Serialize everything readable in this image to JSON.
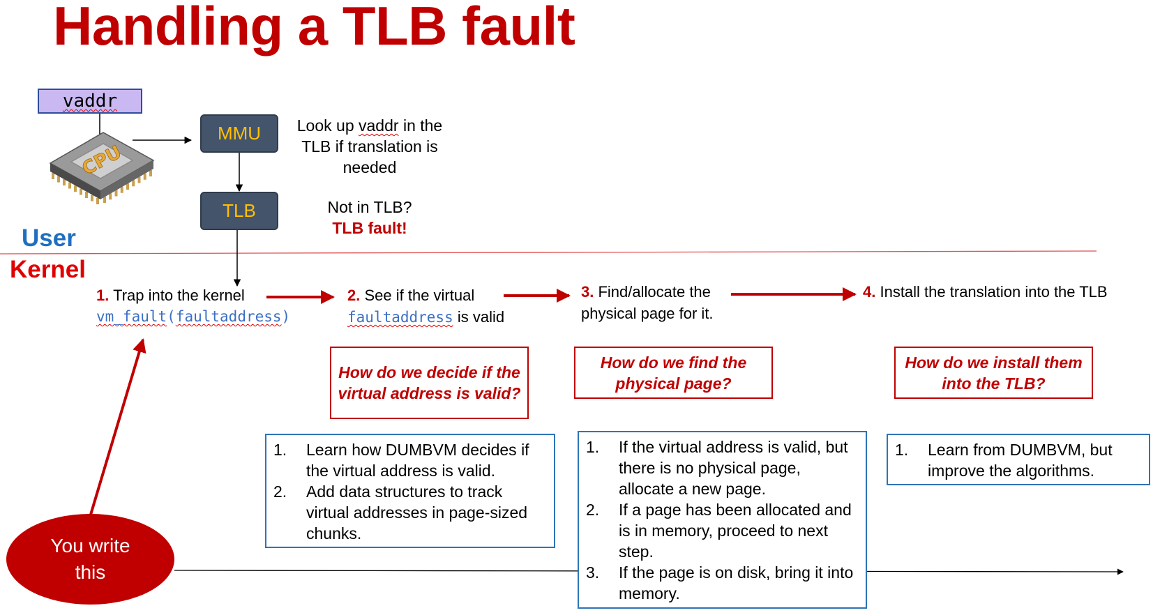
{
  "title": "Handling a TLB fault",
  "vaddr": "vaddr",
  "mmu": "MMU",
  "tlb": "TLB",
  "cpu_label": "CPU",
  "lookup_note": [
    "Look up ",
    "vaddr",
    " in the TLB if translation is needed"
  ],
  "not_in_tlb": "Not in TLB?",
  "tlb_fault": "TLB fault!",
  "user_label": "User",
  "kernel_label": "Kernel",
  "steps": [
    {
      "num": "1.",
      "text": " Trap into the kernel",
      "code_fn": "vm_fault",
      "code_arg": "faultaddress"
    },
    {
      "num": "2.",
      "text": " See if the virtual",
      "code": "faultaddress",
      "suffix": " is valid"
    },
    {
      "num": "3.",
      "text": " Find/allocate the",
      "line2": "physical page for it."
    },
    {
      "num": "4.",
      "text": " Install the translation into the TLB"
    }
  ],
  "questions": [
    "How do we decide if the virtual address is valid?",
    "How do we find the physical page?",
    "How do we install them into the TLB?"
  ],
  "answers": [
    [
      {
        "n": "1.",
        "text": "Learn how DUMBVM decides if the virtual address is valid."
      },
      {
        "n": "2.",
        "text": "Add data structures to track virtual addresses in page-sized chunks."
      }
    ],
    [
      {
        "n": "1.",
        "text": "If the virtual address is valid, but there is no physical page, allocate a new page."
      },
      {
        "n": "2.",
        "text": "If a page has been allocated and is in memory, proceed to next step."
      },
      {
        "n": "3.",
        "text": "If the page is on disk, bring it into memory."
      }
    ],
    [
      {
        "n": "1.",
        "text": "Learn from DUMBVM, but improve the algorithms."
      }
    ]
  ],
  "you_write": "You write this",
  "colors": {
    "accent_red": "#c00000",
    "kernel_red": "#e00000",
    "user_blue": "#1f6fc0",
    "box_blue": "#2e74b5",
    "unit_bg": "#44546a",
    "unit_text": "#ffc000",
    "vaddr_bg": "#c9b8f2"
  }
}
